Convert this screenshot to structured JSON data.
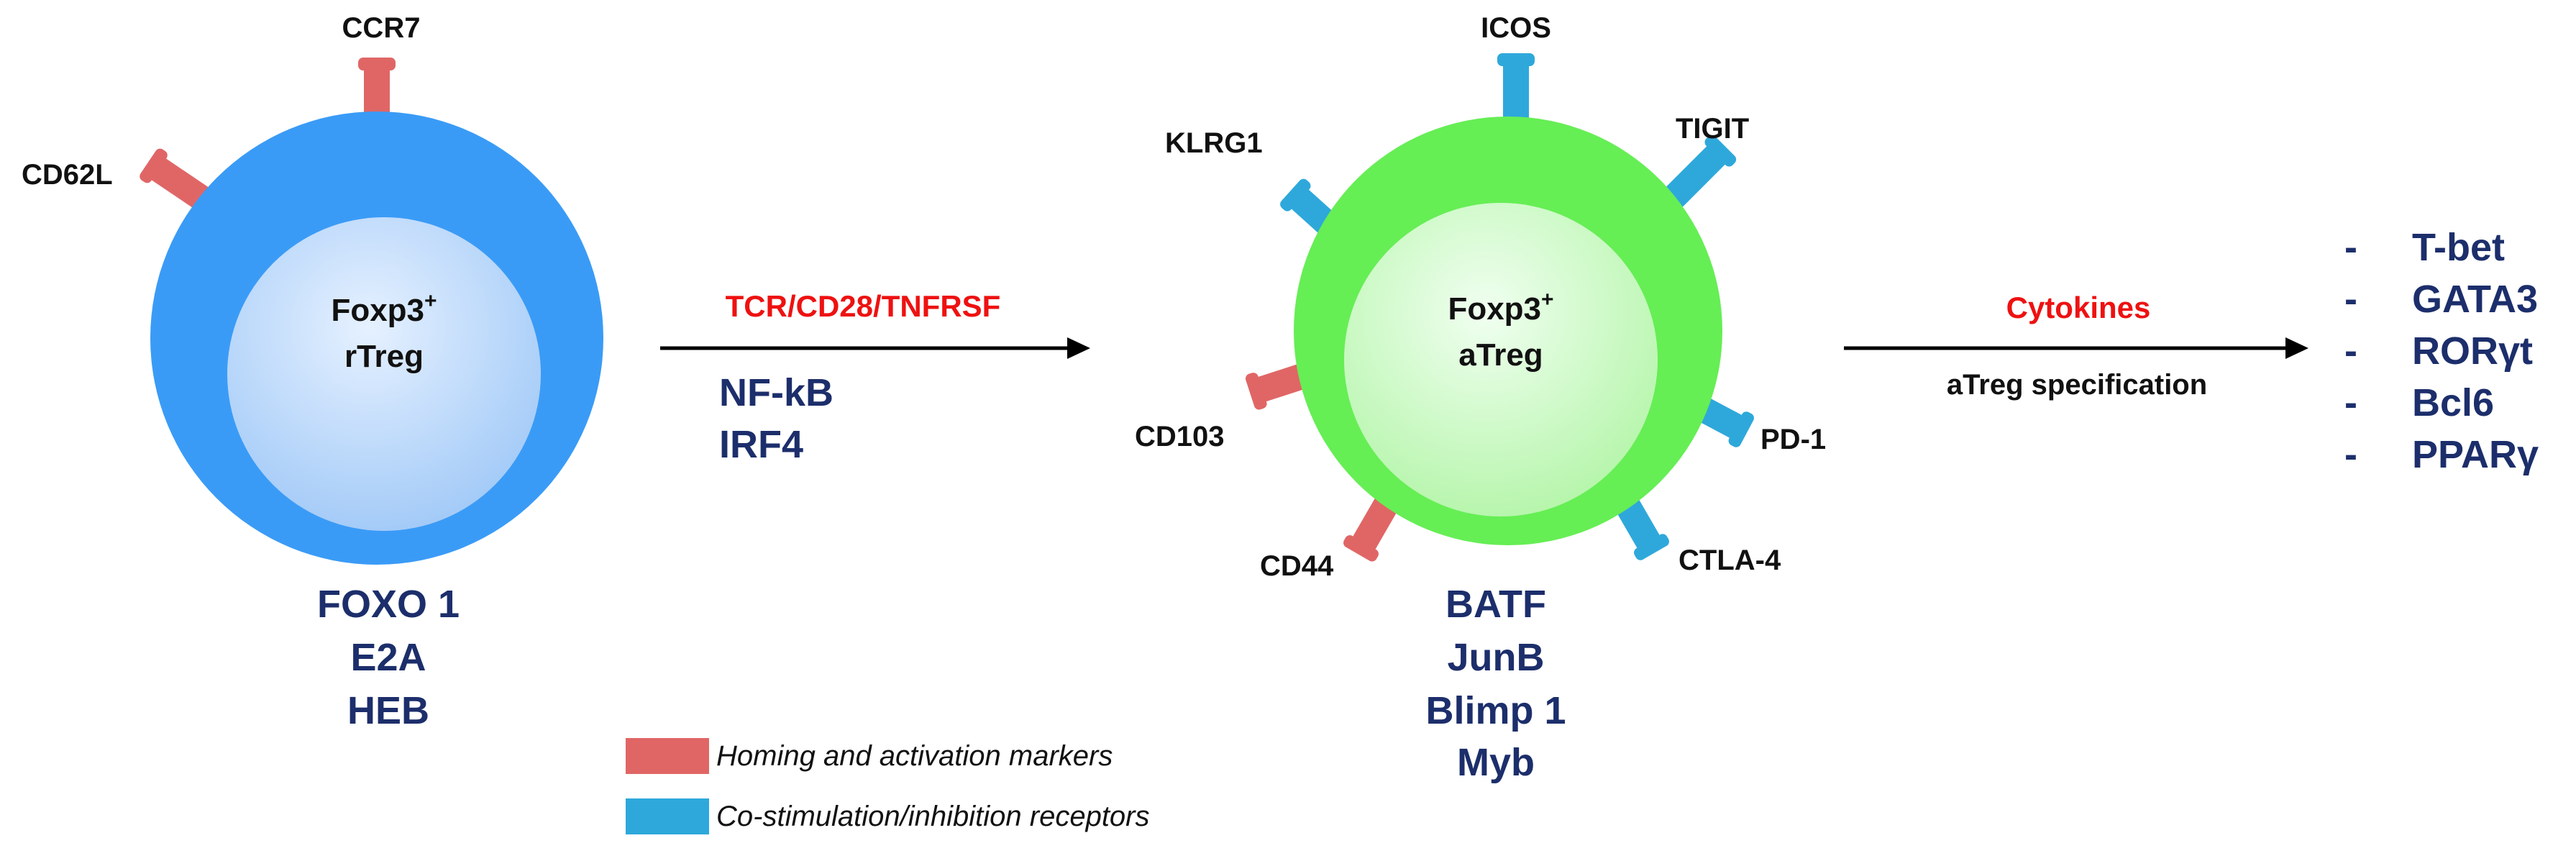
{
  "colors": {
    "homing": "#e06666",
    "costim": "#2ea8db",
    "rtreg_outer": "#3a9bf6",
    "atreg_outer": "#66ee55",
    "tf_text": "#1c2e6b",
    "signal_text": "#ee1111"
  },
  "rtreg": {
    "core_name": "Foxp3",
    "core_sup": "+",
    "core_type": "rTreg",
    "receptors": [
      "CCR7",
      "CD62L"
    ],
    "tfs": [
      "FOXO 1",
      "E2A",
      "HEB"
    ]
  },
  "activation": {
    "signal": "TCR/CD28/TNFRSF",
    "tfs": [
      "NF-kB",
      "IRF4"
    ]
  },
  "atreg": {
    "core_name": "Foxp3",
    "core_sup": "+",
    "core_type": "aTreg",
    "receptors": [
      "ICOS",
      "TIGIT",
      "KLRG1",
      "PD-1",
      "CD103",
      "CTLA-4",
      "CD44"
    ],
    "tfs": [
      "BATF",
      "JunB",
      "Blimp 1",
      "Myb"
    ]
  },
  "specification": {
    "signal": "Cytokines",
    "label": "aTreg specification",
    "dash": "-",
    "tfs": [
      "T-bet",
      "GATA3",
      "RORγt",
      "Bcl6",
      "PPARγ"
    ]
  },
  "legend": {
    "homing": "Homing and activation markers",
    "costim": "Co-stimulation/inhibition receptors"
  }
}
